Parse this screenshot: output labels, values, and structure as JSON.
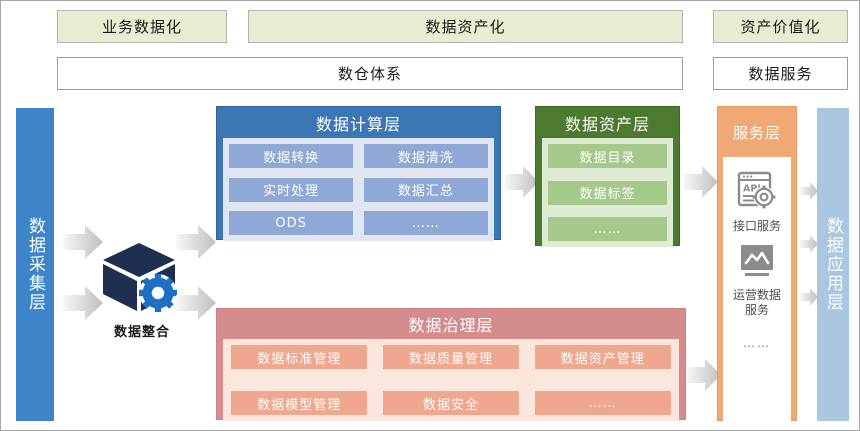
{
  "colors": {
    "banner_bg": "#e8ecd0",
    "collect_bar": "#3d85c8",
    "app_bar": "#a9c7e0",
    "compute_header": "#3b76b5",
    "compute_chip": "#8ea9d6",
    "asset_header": "#4c7a30",
    "asset_chip": "#a5c98a",
    "governance_header": "#d58c8c",
    "governance_chip": "#efa78f",
    "service_header": "#f0a875",
    "arrow_gray": "#d9d9d9",
    "icon_gray": "#8c8c8c",
    "cube_navy": "#1f2f50",
    "gear_blue": "#1f6fc4"
  },
  "top_banners": [
    {
      "label": "业务数据化"
    },
    {
      "label": "数据资产化"
    },
    {
      "label": "资产价值化"
    }
  ],
  "second_row": [
    {
      "label": "数仓体系"
    },
    {
      "label": "数据服务"
    }
  ],
  "collect_layer": {
    "label": "数据采集层"
  },
  "integrate": {
    "label": "数据整合",
    "icon": "cube-gear-icon"
  },
  "compute_layer": {
    "title": "数据计算层",
    "items": [
      "数据转换",
      "数据清洗",
      "实时处理",
      "数据汇总",
      "ODS",
      "……"
    ]
  },
  "asset_layer": {
    "title": "数据资产层",
    "items": [
      "数据目录",
      "数据标签",
      "……"
    ]
  },
  "governance_layer": {
    "title": "数据治理层",
    "items": [
      "数据标准管理",
      "数据质量管理",
      "数据资产管理",
      "数据模型管理",
      "数据安全",
      "……"
    ]
  },
  "service_layer": {
    "title": "服务层",
    "items": [
      {
        "icon": "api-window-gear-icon",
        "label": "接口服务"
      },
      {
        "icon": "monitor-chart-icon",
        "label": "运营数据\n服务"
      }
    ],
    "more": "……"
  },
  "app_layer": {
    "label": "数据应用层"
  }
}
